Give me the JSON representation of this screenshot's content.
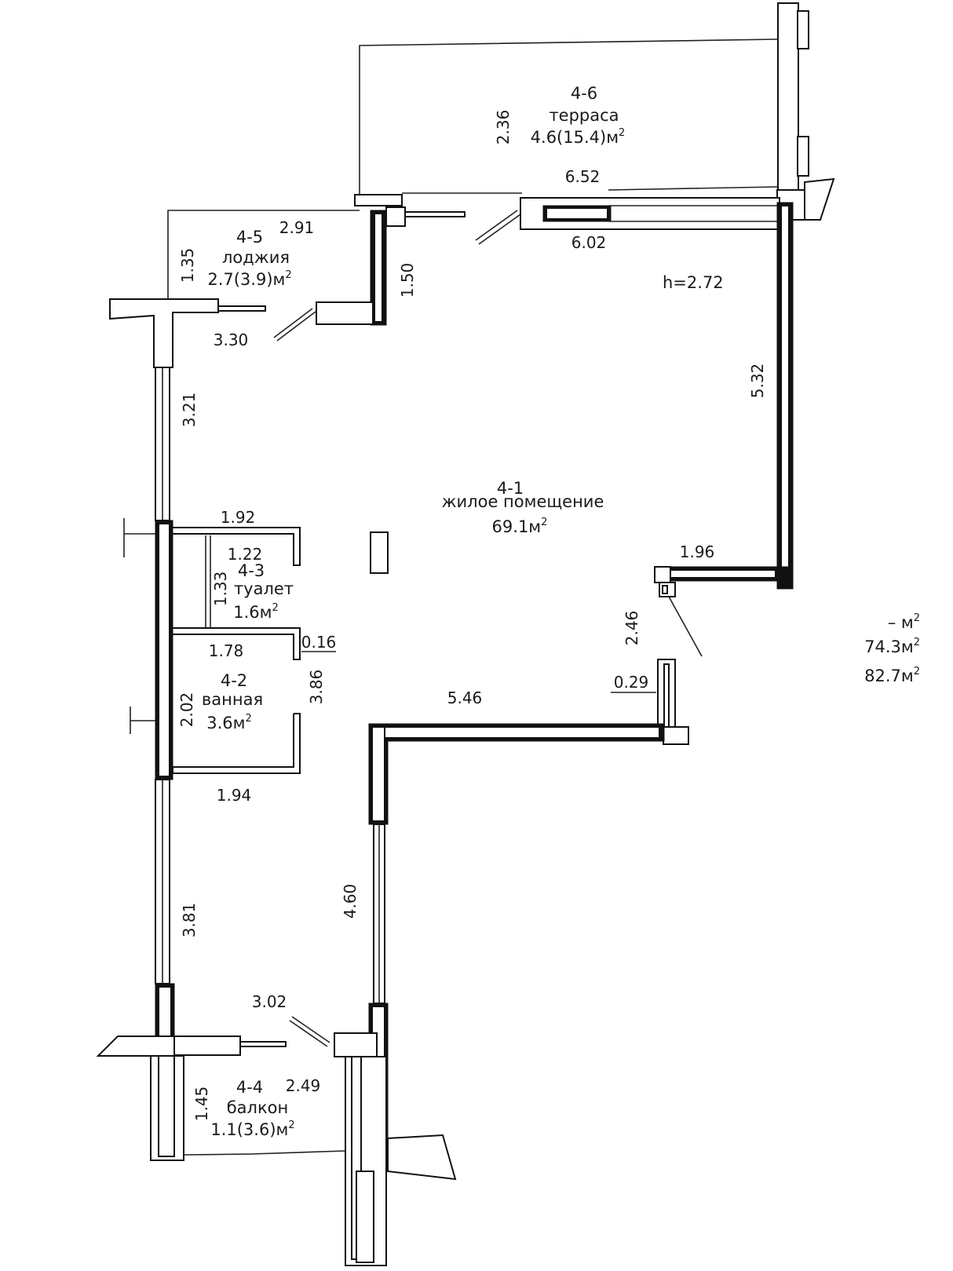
{
  "rooms": {
    "terrace": {
      "id": "4-6",
      "name": "терраса",
      "area": "4.6(15.4)м",
      "exp": "2"
    },
    "loggia": {
      "id": "4-5",
      "name": "лоджия",
      "area": "2.7(3.9)м",
      "exp": "2"
    },
    "living": {
      "id": "4-1",
      "name": "жилое помещение",
      "area": "69.1м",
      "exp": "2"
    },
    "toilet": {
      "id": "4-3",
      "name": "туалет",
      "area": "1.6м",
      "exp": "2"
    },
    "bath": {
      "id": "4-2",
      "name": "ванная",
      "area": "3.6м",
      "exp": "2"
    },
    "balcony": {
      "id": "4-4",
      "name": "балкон",
      "area": "1.1(3.6)м",
      "exp": "2"
    }
  },
  "ceiling_height": "h=2.72",
  "dimensions": {
    "terrace_depth": "2.36",
    "terrace_width": "6.52",
    "opening_width": "6.02",
    "loggia_width": "2.91",
    "loggia_depth": "1.35",
    "loggia_side": "1.50",
    "loggia_base": "3.30",
    "left_upper": "3.21",
    "right_upper": "5.32",
    "toilet_top": "1.92",
    "toilet_inner": "1.22",
    "toilet_height": "1.33",
    "toilet_bottom": "1.78",
    "wall_gap": "0.16",
    "right_step": "1.96",
    "right_pier": "2.46",
    "pier_width": "0.29",
    "inner_wall": "5.46",
    "bath_height": "2.02",
    "bath_side": "3.86",
    "bath_bottom": "1.94",
    "left_lower": "3.81",
    "lower_wall": "4.60",
    "balcony_door": "3.02",
    "balcony_width": "2.49",
    "balcony_depth": "1.45"
  },
  "totals": {
    "line1": "– м",
    "line2": "74.3м",
    "line3": "82.7м",
    "exp": "2"
  }
}
